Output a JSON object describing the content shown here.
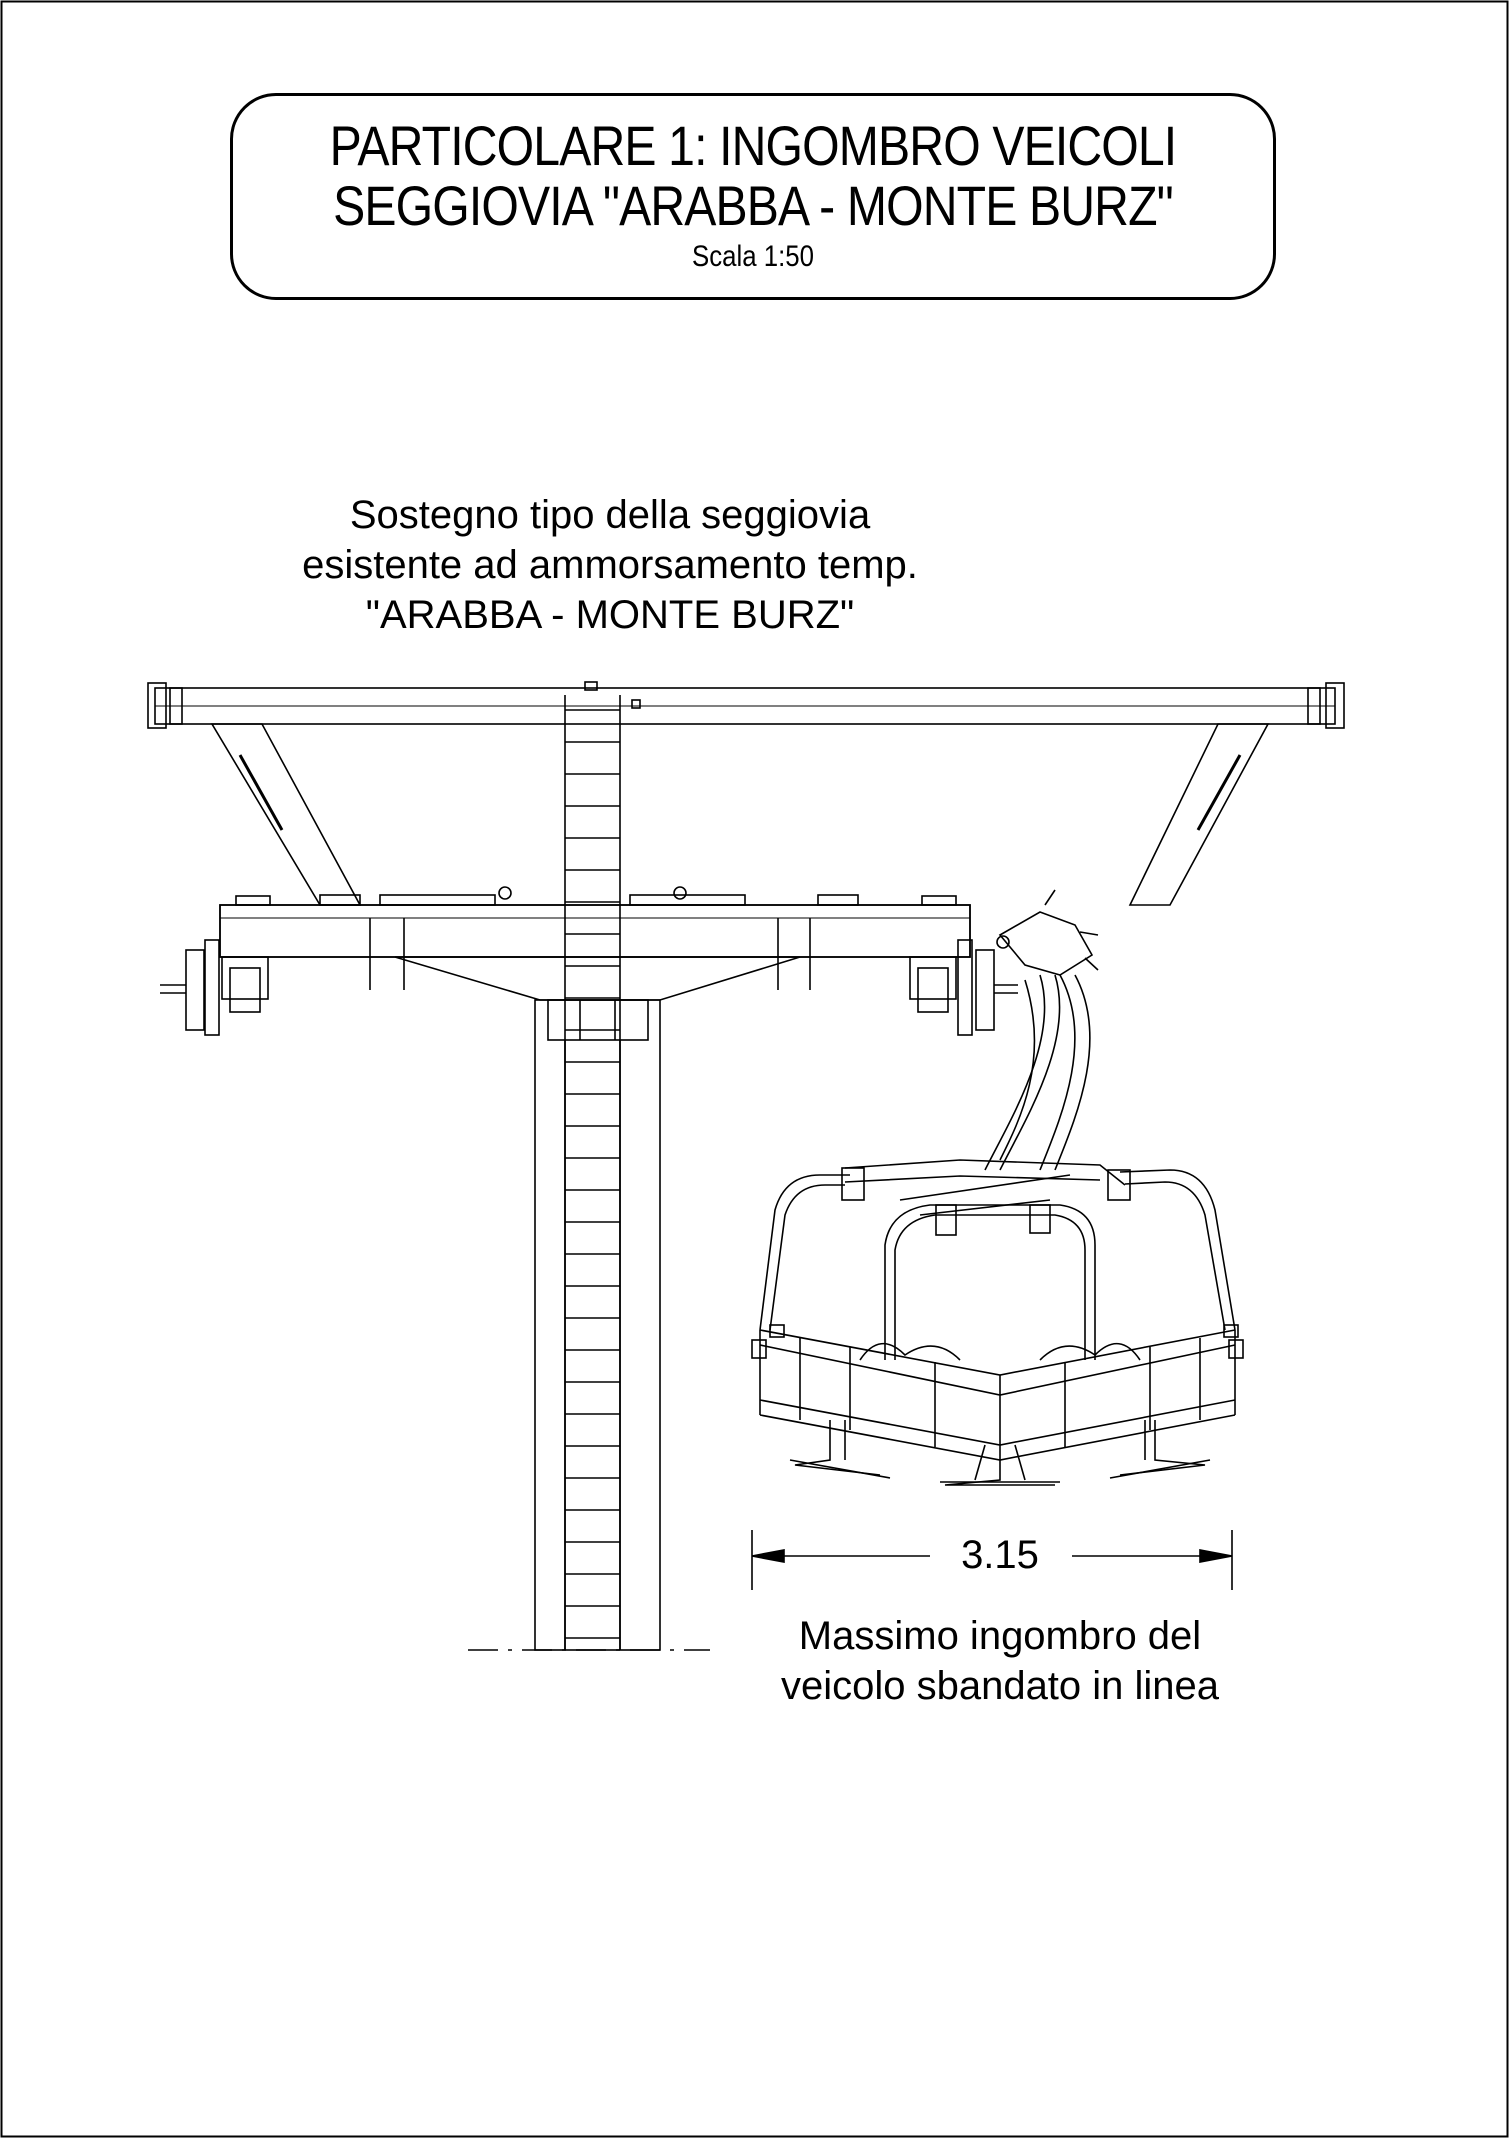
{
  "title": {
    "line1": "PARTICOLARE 1: INGOMBRO VEICOLI",
    "line2": "SEGGIOVIA \"ARABBA - MONTE BURZ\"",
    "scale": "Scala 1:50"
  },
  "labels": {
    "support_line1": "Sostegno tipo della seggiovia",
    "support_line2": "esistente ad ammorsamento temp.",
    "support_line3": "\"ARABBA - MONTE BURZ\"",
    "dimension": "3.15",
    "note_line1": "Massimo ingombro del",
    "note_line2": "veicolo sbandato in linea"
  }
}
